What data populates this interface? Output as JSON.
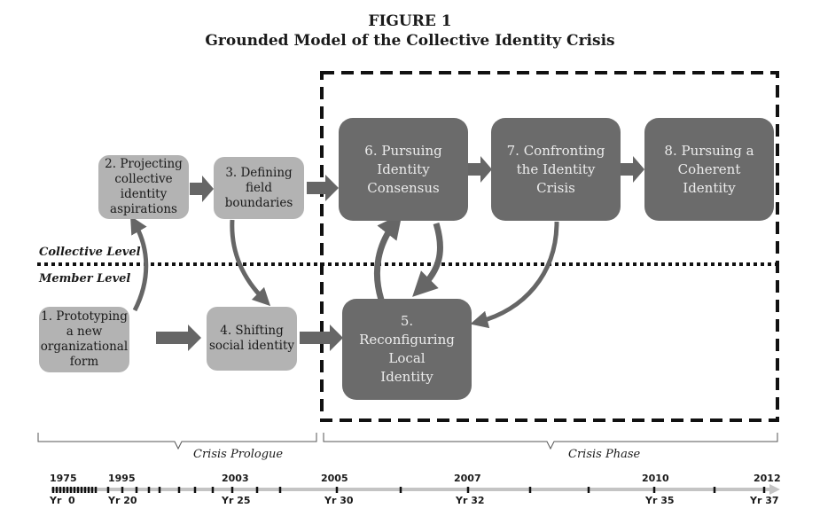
{
  "figure": {
    "label": "FIGURE 1",
    "title": "Grounded Model of the Collective Identity Crisis"
  },
  "levels": {
    "collective": "Collective Level",
    "member": "Member Level"
  },
  "boxes": {
    "b1": "1. Prototyping\na new\norganizational\nform",
    "b2": "2. Projecting\ncollective\nidentity\naspirations",
    "b3": "3. Defining\nfield\nboundaries",
    "b4": "4. Shifting\nsocial identity",
    "b5": "5.\nReconfiguring\nLocal\nIdentity",
    "b6": "6. Pursuing\nIdentity\nConsensus",
    "b7": "7. Confronting\nthe Identity\nCrisis",
    "b8": "8. Pursuing a\nCoherent\nIdentity"
  },
  "phases": {
    "prologue": "Crisis Prologue",
    "crisis": "Crisis Phase"
  },
  "timeline": {
    "years": [
      "1975",
      "1995",
      "2003",
      "2005",
      "2007",
      "2010",
      "2012"
    ],
    "yrs": [
      "Yr  0",
      "Yr 20",
      "Yr 25",
      "Yr 30",
      "Yr 32",
      "Yr 35",
      "Yr 37"
    ]
  },
  "colors": {
    "light_box": "#b3b3b3",
    "dark_box": "#6b6b6b",
    "arrow": "#666666"
  }
}
